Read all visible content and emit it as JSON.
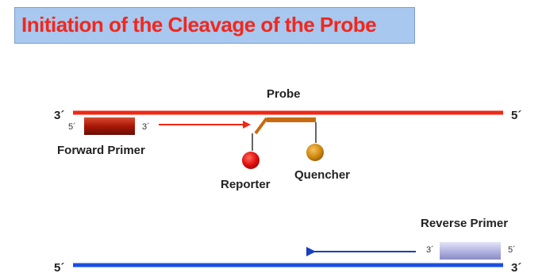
{
  "title": "Initiation of the Cleavage of the Probe",
  "labels": {
    "probe": "Probe",
    "forward_primer": "Forward Primer",
    "reverse_primer": "Reverse Primer",
    "reporter": "Reporter",
    "quencher": "Quencher"
  },
  "ends": {
    "top_left": "3´",
    "top_right": "5´",
    "bottom_left": "5´",
    "bottom_right": "3´",
    "fwd_left": "5´",
    "fwd_right": "3´",
    "rev_left": "3´",
    "rev_right": "5´"
  },
  "colors": {
    "top_strand": "#f02814",
    "bottom_strand": "#1a4fe0",
    "forward_primer": "#b82010",
    "probe": "#c86a10",
    "reporter": "#e01010",
    "quencher": "#d08a10",
    "reverse_primer": "#b8b8e0",
    "title_bg": "#a9c8ef",
    "title_text": "#f0281e"
  }
}
